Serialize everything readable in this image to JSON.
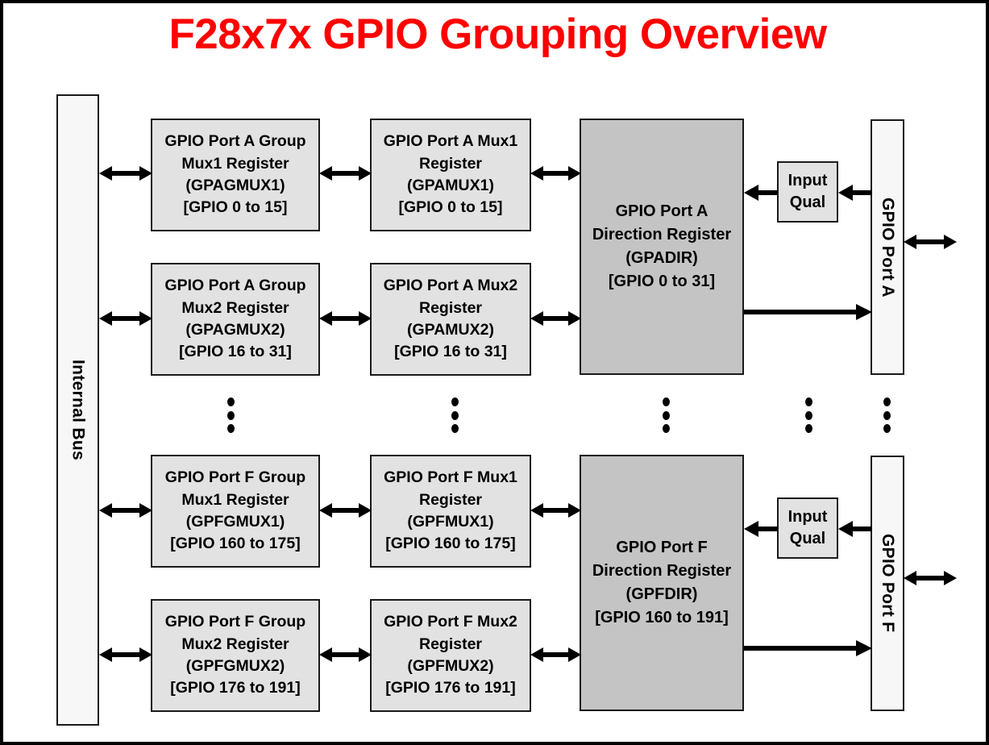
{
  "title": "F28x7x GPIO Grouping Overview",
  "colors": {
    "title": "#ff0000",
    "register_box_fill": "#e2e2e2",
    "direction_box_fill": "#c4c4c4",
    "bus_bar_fill": "#f7f7f7",
    "outline": "#1a1a1a",
    "background": "#ffffff"
  },
  "bus": {
    "label": "Internal Bus"
  },
  "rows": [
    {
      "id": "port-a-mux1",
      "group_mux": {
        "l1": "GPIO Port A Group",
        "l2": "Mux1 Register",
        "l3": "(GPAGMUX1)",
        "l4": "[GPIO 0 to 15]"
      },
      "mux": {
        "l1": "GPIO Port A Mux1",
        "l2": "Register",
        "l3": "(GPAMUX1)",
        "l4": "[GPIO 0 to 15]"
      }
    },
    {
      "id": "port-a-mux2",
      "group_mux": {
        "l1": "GPIO Port A Group",
        "l2": "Mux2 Register",
        "l3": "(GPAGMUX2)",
        "l4": "[GPIO 16 to 31]"
      },
      "mux": {
        "l1": "GPIO Port A Mux2",
        "l2": "Register",
        "l3": "(GPAMUX2)",
        "l4": "[GPIO 16 to 31]"
      }
    },
    {
      "id": "port-f-mux1",
      "group_mux": {
        "l1": "GPIO Port F Group",
        "l2": "Mux1 Register",
        "l3": "(GPFGMUX1)",
        "l4": "[GPIO 160 to 175]"
      },
      "mux": {
        "l1": "GPIO Port F Mux1",
        "l2": "Register",
        "l3": "(GPFMUX1)",
        "l4": "[GPIO 160 to 175]"
      }
    },
    {
      "id": "port-f-mux2",
      "group_mux": {
        "l1": "GPIO Port F Group",
        "l2": "Mux2 Register",
        "l3": "(GPFGMUX2)",
        "l4": "[GPIO 176 to 191]"
      },
      "mux": {
        "l1": "GPIO Port F Mux2",
        "l2": "Register",
        "l3": "(GPFMUX2)",
        "l4": "[GPIO 176 to 191]"
      }
    }
  ],
  "ports": [
    {
      "id": "port-a",
      "direction_register": {
        "l1": "GPIO Port A",
        "l2": "Direction Register",
        "l3": "(GPADIR)",
        "l4": "[GPIO 0 to 31]"
      },
      "input_qual": {
        "l1": "Input",
        "l2": "Qual"
      },
      "pin_bar": "GPIO Port A"
    },
    {
      "id": "port-f",
      "direction_register": {
        "l1": "GPIO Port F",
        "l2": "Direction Register",
        "l3": "(GPFDIR)",
        "l4": "[GPIO 160 to 191]"
      },
      "input_qual": {
        "l1": "Input",
        "l2": "Qual"
      },
      "pin_bar": "GPIO Port F"
    }
  ],
  "ellipsis": {
    "glyph": "vertical-ellipsis",
    "count": 5
  }
}
